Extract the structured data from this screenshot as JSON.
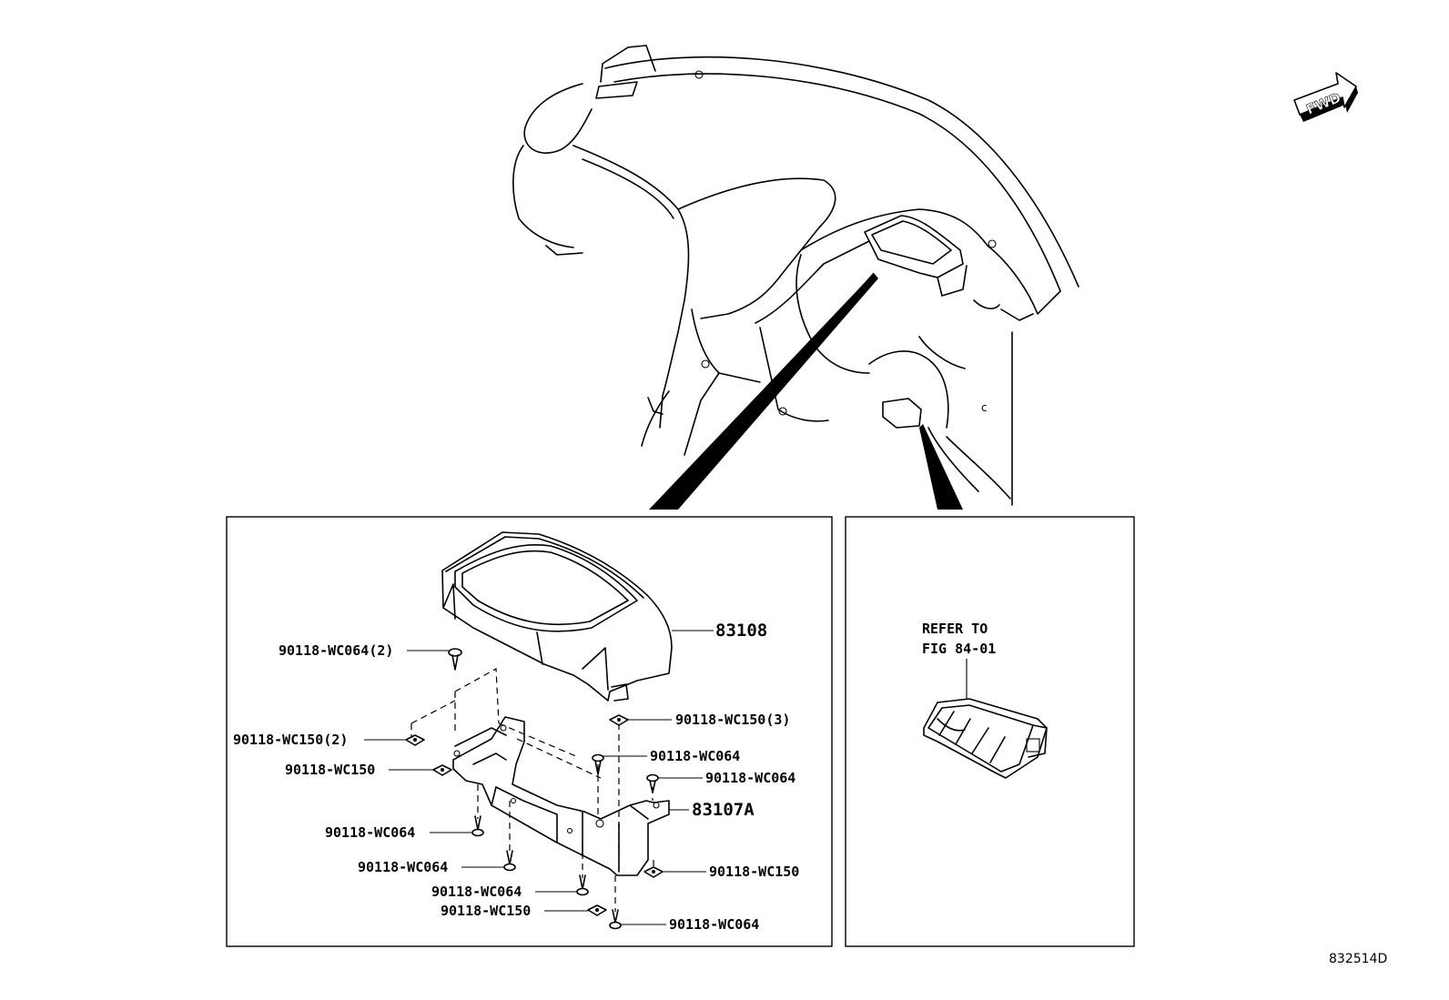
{
  "fwd_label": "FWD",
  "figure_id": "832514D",
  "main_panel": {
    "parts": [
      {
        "id": "p83108",
        "label": "83108"
      },
      {
        "id": "p83107a",
        "label": "83107A"
      }
    ],
    "fasteners": [
      {
        "id": "f1",
        "label": "90118-WC064(2)"
      },
      {
        "id": "f2",
        "label": "90118-WC150(2)"
      },
      {
        "id": "f3",
        "label": "90118-WC150"
      },
      {
        "id": "f4",
        "label": "90118-WC064"
      },
      {
        "id": "f5",
        "label": "90118-WC064"
      },
      {
        "id": "f6",
        "label": "90118-WC064"
      },
      {
        "id": "f7",
        "label": "90118-WC150"
      },
      {
        "id": "f8",
        "label": "90118-WC150(3)"
      },
      {
        "id": "f9",
        "label": "90118-WC064"
      },
      {
        "id": "f10",
        "label": "90118-WC064"
      },
      {
        "id": "f11",
        "label": "90118-WC150"
      },
      {
        "id": "f12",
        "label": "90118-WC064"
      }
    ]
  },
  "side_panel": {
    "refer_line1": "REFER TO",
    "refer_line2": "FIG 84-01"
  }
}
